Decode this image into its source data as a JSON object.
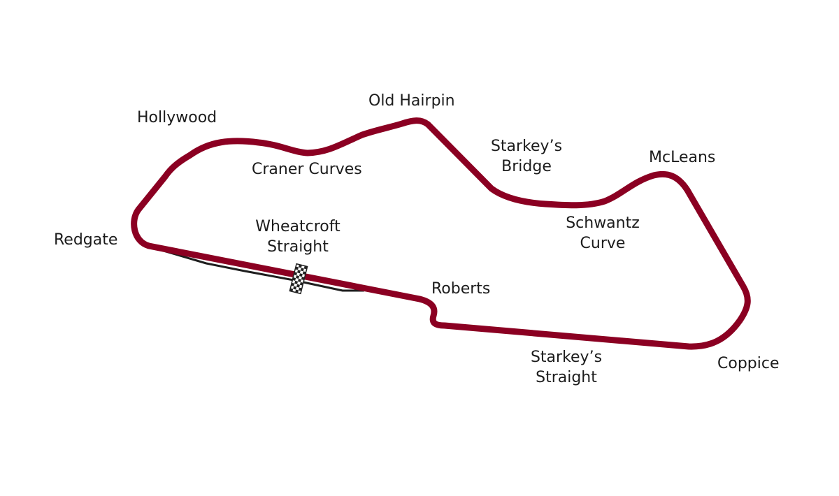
{
  "colors": {
    "track": "#8b0022",
    "pit_lane": "#1e1e1e",
    "label_text": "#1c1c1c",
    "background": "#ffffff"
  },
  "icons": {
    "start_finish": "checkered-flag-icon"
  },
  "corners": {
    "hollywood": "Hollywood",
    "old_hairpin": "Old Hairpin",
    "craner_curves": "Craner Curves",
    "starkeys_bridge": [
      "Starkey’s",
      "Bridge"
    ],
    "mcleans": "McLeans",
    "schwantz_curve": [
      "Schwantz",
      "Curve"
    ],
    "redgate": "Redgate",
    "wheatcroft_straight": [
      "Wheatcroft",
      "Straight"
    ],
    "roberts": "Roberts",
    "starkeys_straight": [
      "Starkey’s",
      "Straight"
    ],
    "coppice": "Coppice"
  }
}
